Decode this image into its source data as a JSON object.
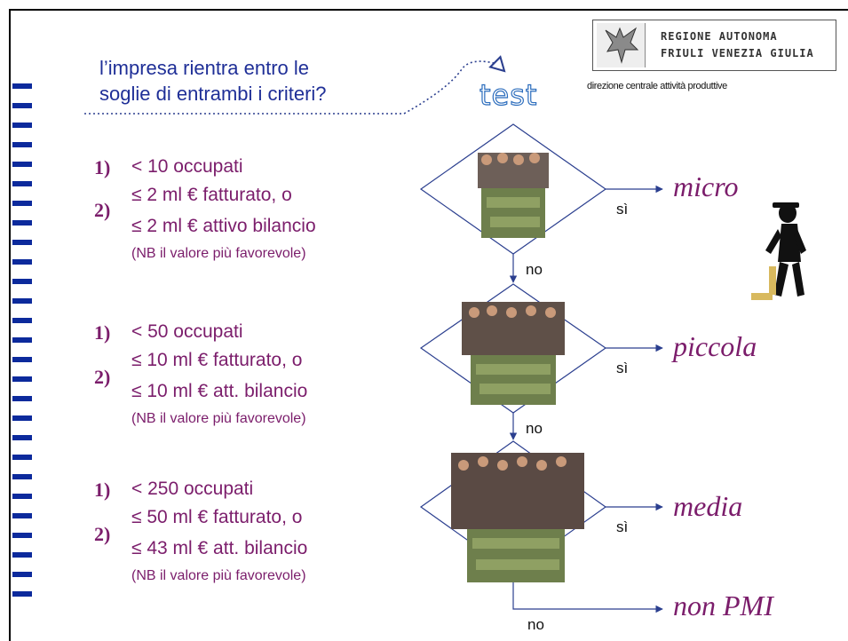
{
  "header": {
    "question_line1": "l’impresa rientra entro le",
    "question_line2": "soglie di entrambi i criteri?",
    "test_label": "test"
  },
  "logo": {
    "line1": "REGIONE AUTONOMA",
    "line2": "FRIULI VENEZIA GIULIA",
    "department": "direzione centrale attività produttive"
  },
  "criteria": [
    {
      "num1": "1)",
      "num2": "2)",
      "line1": "< 10 occupati",
      "line2": "≤ 2 ml € fatturato, o",
      "line3": "≤ 2 ml € attivo bilancio",
      "note": "(NB il valore più favorevole)"
    },
    {
      "num1": "1)",
      "num2": "2)",
      "line1": "< 50 occupati",
      "line2": "≤ 10 ml € fatturato, o",
      "line3": "≤ 10 ml € att. bilancio",
      "note": "(NB il valore più favorevole)"
    },
    {
      "num1": "1)",
      "num2": "2)",
      "line1": "< 250 occupati",
      "line2": "≤ 50 ml € fatturato, o",
      "line3": "≤ 43 ml € att. bilancio",
      "note": "(NB il valore più favorevole)"
    }
  ],
  "outcomes": [
    "micro",
    "piccola",
    "media",
    "non PMI"
  ],
  "labels": {
    "yes": "sì",
    "no": "no"
  },
  "colors": {
    "accent": "#7b1d6b",
    "question": "#1f2f97",
    "line": "#2b3f8f",
    "bars": "#0c2a9c"
  }
}
